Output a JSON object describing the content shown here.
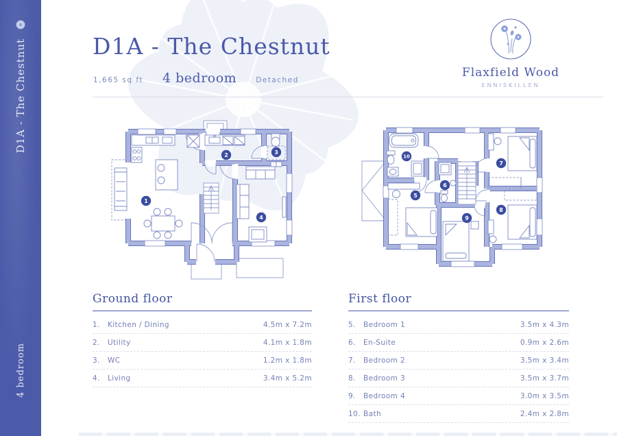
{
  "sidebar": {
    "title": "D1A - The Chestnut",
    "subtitle": "4 bedroom"
  },
  "header": {
    "title": "D1A - The Chestnut",
    "area": "1,665 sq ft",
    "bedrooms": "4 bedroom",
    "type": "Detached"
  },
  "logo": {
    "name": "Flaxfield Wood",
    "location": "ENNISKILLEN"
  },
  "ground_floor": {
    "title": "Ground floor",
    "badges": [
      "1",
      "2",
      "3",
      "4"
    ],
    "rooms": [
      {
        "num": "1.",
        "name": "Kitchen / Dining",
        "size": "4.5m x 7.2m"
      },
      {
        "num": "2.",
        "name": "Utility",
        "size": "4.1m x 1.8m"
      },
      {
        "num": "3.",
        "name": "WC",
        "size": "1.2m x 1.8m"
      },
      {
        "num": "4.",
        "name": "Living",
        "size": "3.4m x 5.2m"
      }
    ]
  },
  "first_floor": {
    "title": "First floor",
    "badges": [
      "5",
      "6",
      "7",
      "8",
      "9",
      "10"
    ],
    "rooms": [
      {
        "num": "5.",
        "name": "Bedroom 1",
        "size": "3.5m x 4.3m"
      },
      {
        "num": "6.",
        "name": "En-Suite",
        "size": "0.9m x 2.6m"
      },
      {
        "num": "7.",
        "name": "Bedroom 2",
        "size": "3.5m x 3.4m"
      },
      {
        "num": "8.",
        "name": "Bedroom 3",
        "size": "3.5m x 3.7m"
      },
      {
        "num": "9.",
        "name": "Bedroom 4",
        "size": "3.0m x 3.5m"
      },
      {
        "num": "10.",
        "name": "Bath",
        "size": "2.4m x 2.8m"
      }
    ]
  },
  "colors": {
    "sidebar": "#4B5AA9",
    "wall_fill": "#AAB4DE",
    "wall_edge": "#5D6CB4",
    "badge": "#3B4DA0",
    "heading": "#44549E",
    "body_text": "#7380B5"
  }
}
